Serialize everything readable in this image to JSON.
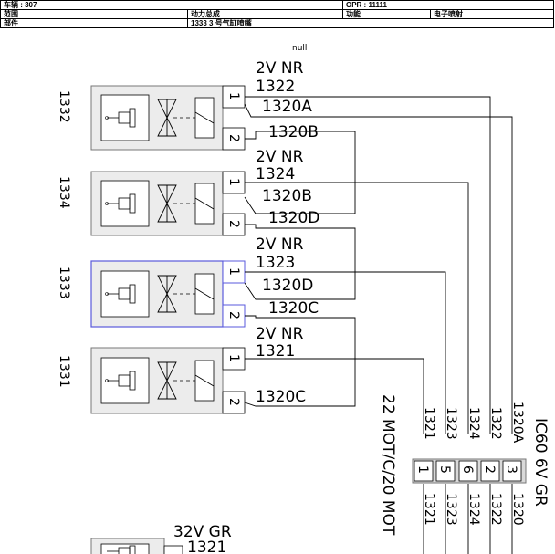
{
  "header": {
    "vehicle": "车辆 : 307",
    "opr": "OPR : 11111",
    "scope_label": "范围",
    "scope_value": "动力总成",
    "function_label": "功能",
    "function_value": "电子喷射",
    "part_label": "部件",
    "part_value": "1333 3 号气缸喷嘴"
  },
  "diagram": {
    "null_text": "null",
    "injectors": [
      {
        "id": "1332",
        "conn": "2V NR",
        "w1": "1322",
        "w1b": "1320A",
        "w2": "1320B"
      },
      {
        "id": "1334",
        "conn": "2V NR",
        "w1": "1324",
        "w1b": "1320B",
        "w2": "1320D"
      },
      {
        "id": "1333",
        "conn": "2V NR",
        "w1": "1323",
        "w1b": "1320D",
        "w2": "1320C"
      },
      {
        "id": "1331",
        "conn": "2V NR",
        "w1": "1321",
        "w2": "1320C"
      }
    ],
    "pin1": "1",
    "pin2": "2",
    "ecu_label": "22 MOT/C/20 MOT",
    "connector_label": "IC60 6V GR",
    "bundle_top": [
      "1321",
      "1323",
      "1324",
      "1322",
      "1320A"
    ],
    "bundle_pins": [
      "1",
      "5",
      "6",
      "2",
      "3"
    ],
    "bundle_bottom": [
      "1321",
      "1323",
      "1324",
      "1322",
      "1320"
    ],
    "bottom_conn": "32V GR",
    "bottom_wire": "1321"
  }
}
